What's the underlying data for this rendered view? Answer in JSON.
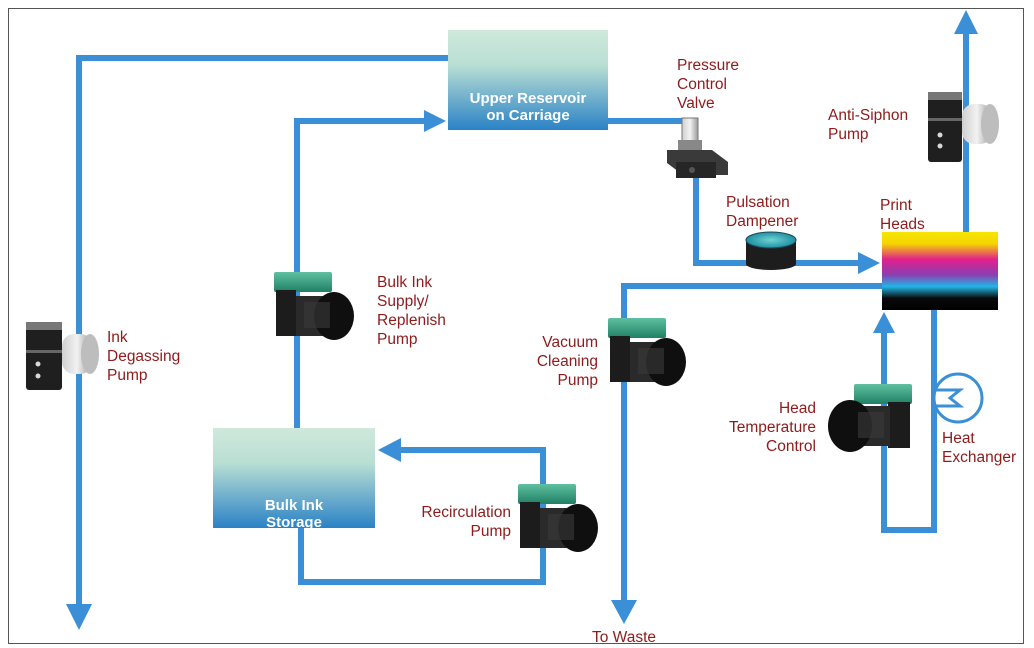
{
  "colors": {
    "pipe": "#3a8fd6",
    "label_text": "#8f1b1b",
    "box_top": "#c7e6d6",
    "box_bottom": "#2f86c9",
    "pump_head": "#2f9d7c",
    "pump_body": "#1b1b1b"
  },
  "labels": {
    "upper_reservoir": [
      "Upper Reservoir",
      "on Carriage"
    ],
    "bulk_ink_storage": [
      "Bulk Ink",
      "Storage"
    ],
    "pressure_control_valve": [
      "Pressure",
      "Control",
      "Valve"
    ],
    "anti_siphon_pump": [
      "Anti-Siphon",
      "Pump"
    ],
    "pulsation_dampener": [
      "Pulsation",
      "Dampener"
    ],
    "print_heads": [
      "Print",
      "Heads"
    ],
    "bulk_ink_supply_pump": [
      "Bulk Ink",
      "Supply/",
      "Replenish",
      "Pump"
    ],
    "ink_degassing_pump": [
      "Ink",
      "Degassing",
      "Pump"
    ],
    "vacuum_cleaning_pump": [
      "Vacuum",
      "Cleaning",
      "Pump"
    ],
    "head_temperature_control": [
      "Head",
      "Temperature",
      "Control"
    ],
    "heat_exchanger": [
      "Heat",
      "Exchanger"
    ],
    "recirculation_pump": [
      "Recirculation",
      "Pump"
    ],
    "to_waste": "To Waste"
  },
  "icons": {
    "diaphragm_pump": "diaphragm-pump-icon",
    "degassing_pump": "degassing-pump-icon",
    "valve": "pressure-valve-icon",
    "dampener": "pulsation-dampener-icon",
    "heat_exchanger": "heat-exchanger-icon"
  }
}
